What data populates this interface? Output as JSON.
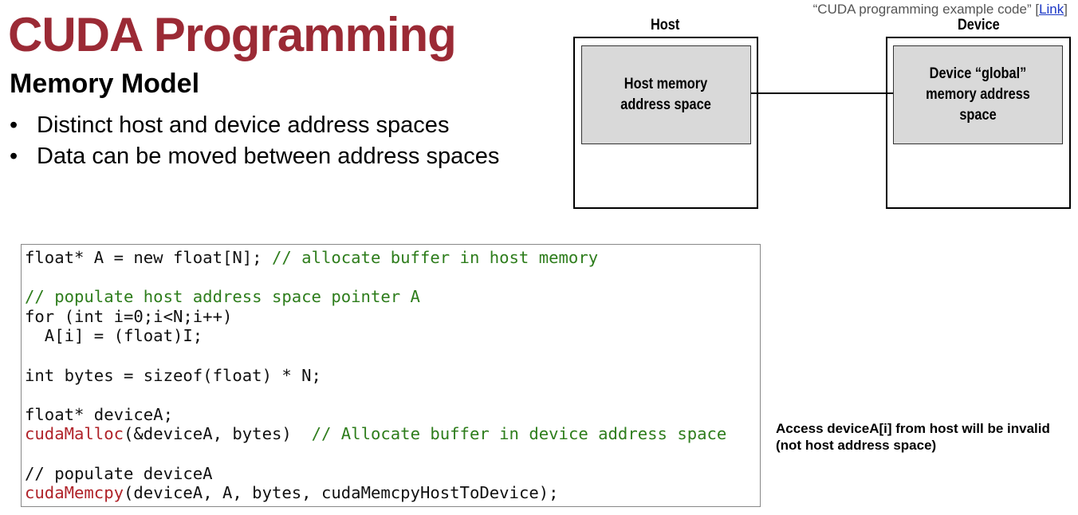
{
  "slide": {
    "title": "CUDA Programming",
    "subtitle": "Memory Model",
    "bullets": [
      "Distinct host and device address spaces",
      "Data can be moved between address spaces"
    ],
    "bullet_glyph": "•",
    "citation": {
      "text": "“CUDA programming example code” [",
      "link_label": "Link",
      "close": "]"
    },
    "title_color": "#9b2a35"
  },
  "diagram": {
    "host_label": "Host",
    "device_label": "Device",
    "host_memory": "Host memory\naddress space",
    "device_memory": "Device “global”\nmemory address space"
  },
  "code": {
    "lines": [
      [
        {
          "t": "float* A = new float[N]; ",
          "k": "plain"
        },
        {
          "t": "// allocate buffer in host memory",
          "k": "comment"
        }
      ],
      [],
      [
        {
          "t": "// populate host address space pointer A",
          "k": "comment"
        }
      ],
      [
        {
          "t": "for (int i=0;i<N;i++)",
          "k": "plain"
        }
      ],
      [
        {
          "t": "  A[i] = (float)I;",
          "k": "plain"
        }
      ],
      [],
      [
        {
          "t": "int bytes = sizeof(float) * N;",
          "k": "plain"
        }
      ],
      [],
      [
        {
          "t": "float* deviceA;",
          "k": "plain"
        }
      ],
      [
        {
          "t": "cudaMalloc",
          "k": "api"
        },
        {
          "t": "(&deviceA, bytes)  ",
          "k": "plain"
        },
        {
          "t": "// Allocate buffer in device address space",
          "k": "comment"
        }
      ],
      [],
      [
        {
          "t": "// populate deviceA",
          "k": "plain"
        }
      ],
      [
        {
          "t": "cudaMemcpy",
          "k": "api"
        },
        {
          "t": "(deviceA, A, bytes, cudaMemcpyHostToDevice);",
          "k": "plain"
        }
      ]
    ]
  },
  "note": "Access deviceA[i] from host will be invalid\n(not host address space)"
}
